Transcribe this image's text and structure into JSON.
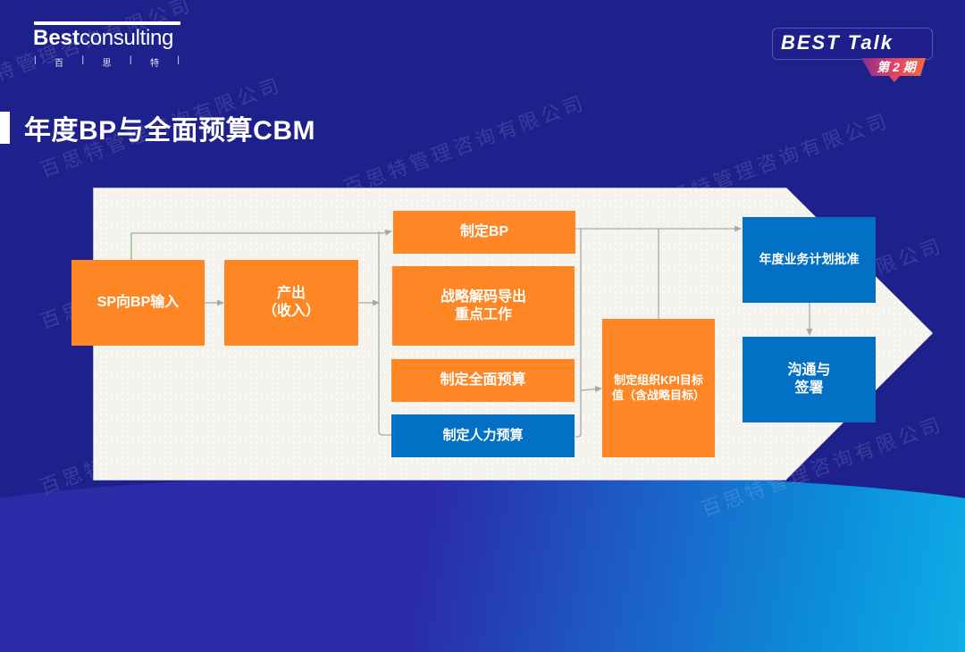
{
  "header": {
    "logo": {
      "brand_bold": "Best",
      "brand_regular": "consulting",
      "subtitle_chars": [
        "百",
        "思",
        "特"
      ]
    },
    "badge": {
      "title": "BEST Talk",
      "issue": "第 2 期"
    },
    "page_title": "年度BP与全面预算CBM"
  },
  "watermark": "百思特管理咨询有限公司",
  "colors": {
    "background": "#1e208c",
    "panel": "#f4f2ec",
    "orange_node": "#fe8624",
    "blue_node": "#0270c4",
    "connector": "#a8a8a8"
  },
  "diagram": {
    "nodes": [
      {
        "id": "sp-input",
        "label": "SP向BP输入",
        "color": "orange"
      },
      {
        "id": "output-revenue",
        "label": "产出\n（收入）",
        "color": "orange"
      },
      {
        "id": "make-bp",
        "label": "制定BP",
        "color": "orange"
      },
      {
        "id": "strategy-decode",
        "label": "战略解码导出\n重点工作",
        "color": "orange"
      },
      {
        "id": "full-budget",
        "label": "制定全面预算",
        "color": "orange"
      },
      {
        "id": "hr-budget",
        "label": "制定人力预算",
        "color": "blue"
      },
      {
        "id": "org-kpi",
        "label": "制定组织KPI目标\n值（含战略目标）",
        "color": "orange"
      },
      {
        "id": "plan-approval",
        "label": "年度业务计划批准",
        "color": "blue"
      },
      {
        "id": "communicate-sign",
        "label": "沟通与\n签署",
        "color": "blue"
      }
    ],
    "edges": [
      {
        "from": "sp-input",
        "to": "make-bp"
      },
      {
        "from": "sp-input",
        "to": "output-revenue"
      },
      {
        "from": "output-revenue",
        "to": "make-bp"
      },
      {
        "from": "output-revenue",
        "to": "strategy-decode"
      },
      {
        "from": "output-revenue",
        "to": "full-budget"
      },
      {
        "from": "output-revenue",
        "to": "hr-budget"
      },
      {
        "from": "make-bp",
        "to": "plan-approval"
      },
      {
        "from": "hr-budget",
        "to": "org-kpi"
      },
      {
        "from": "org-kpi",
        "to": "plan-approval"
      },
      {
        "from": "plan-approval",
        "to": "communicate-sign"
      }
    ]
  }
}
